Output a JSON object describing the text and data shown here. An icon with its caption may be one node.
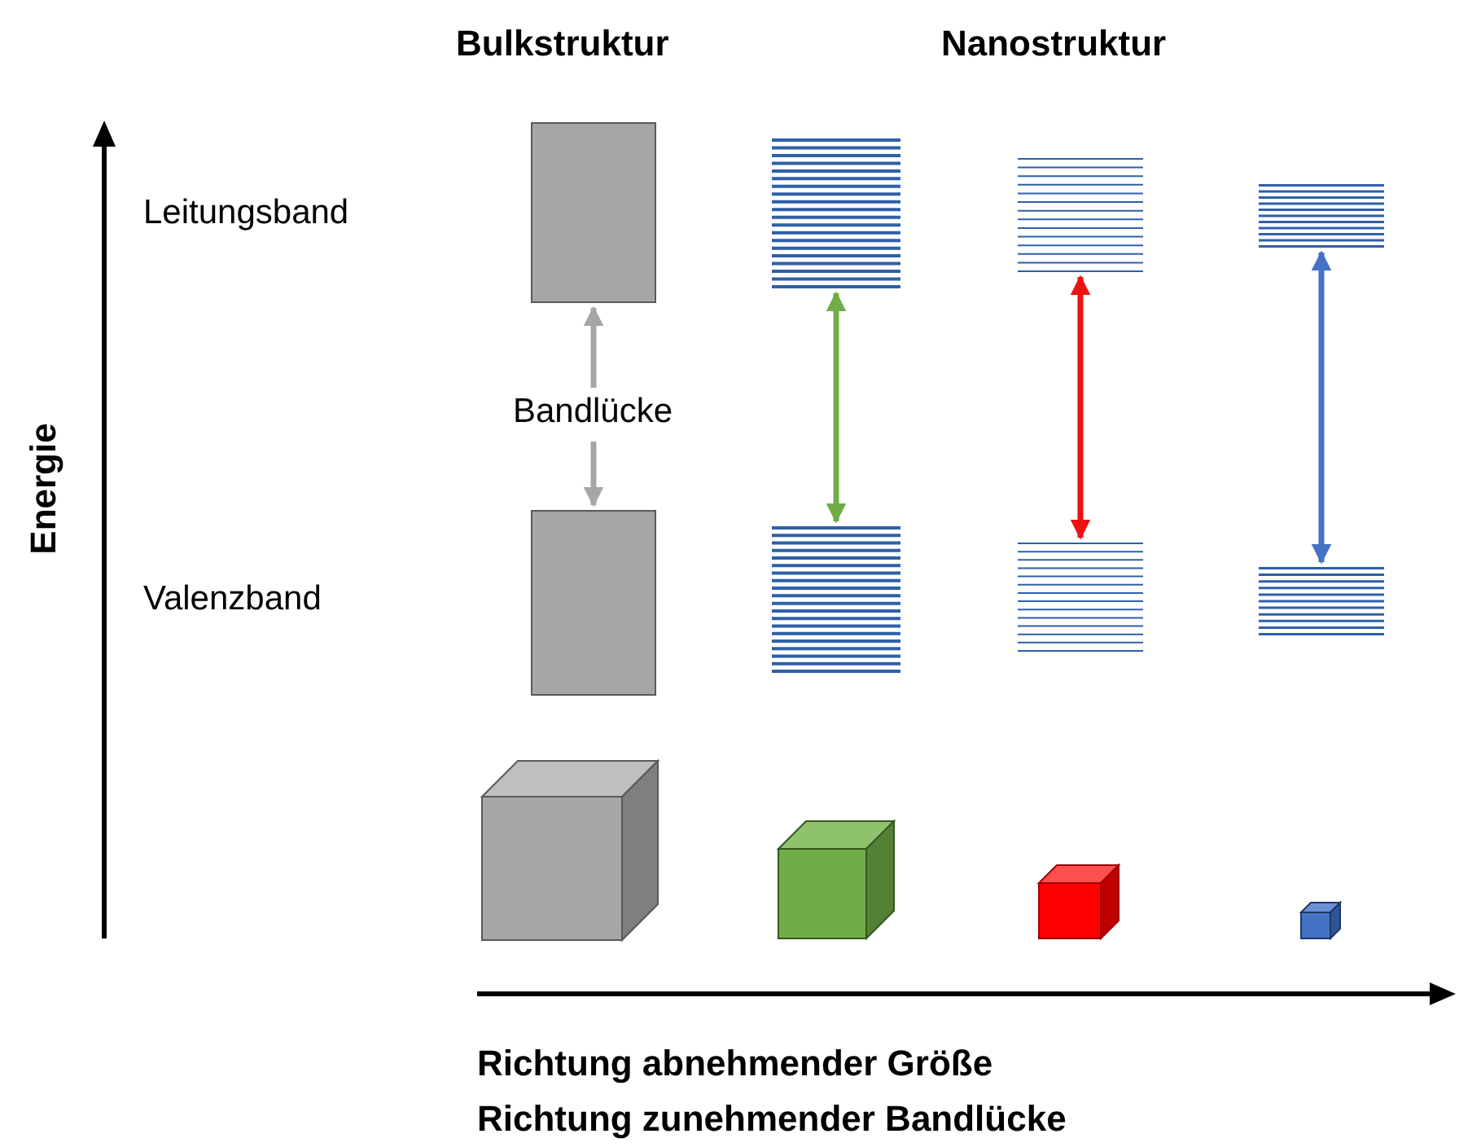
{
  "diagram": {
    "nodes": [
      {
        "text": [],
        "shape": "box"
      },
      {
        "text": [],
        "shape": "box"
      },
      {
        "text": [
          "Bandlücke"
        ]
      },
      {
        "text": [],
        "shape": "lines"
      },
      {
        "text": [],
        "shape": "lines"
      },
      {
        "text": [],
        "shape": "lines"
      },
      {
        "text": [],
        "shape": "lines"
      },
      {
        "text": [],
        "shape": "lines"
      },
      {
        "text": [],
        "shape": "lines"
      }
    ],
    "edges": [
      {
        "from": 2,
        "to": 0,
        "arrow": "to",
        "color": "#a6a6a6"
      },
      {
        "from": 2,
        "to": 1,
        "arrow": "to",
        "color": "#a6a6a6"
      },
      {
        "from": 3,
        "to": 4,
        "arrow": "both",
        "color": "#70ad47"
      },
      {
        "from": 5,
        "to": 6,
        "arrow": "both",
        "color": "#ee1111"
      },
      {
        "from": 7,
        "to": 8,
        "arrow": "both",
        "color": "#4472c4"
      }
    ],
    "labels": [
      "Bulkstruktur",
      "Nanostruktur",
      "Leitungsband",
      "Energie",
      "Valenzband",
      "Richtung abnehmender Größe",
      "Richtung zunehmender Bandlücke"
    ]
  }
}
